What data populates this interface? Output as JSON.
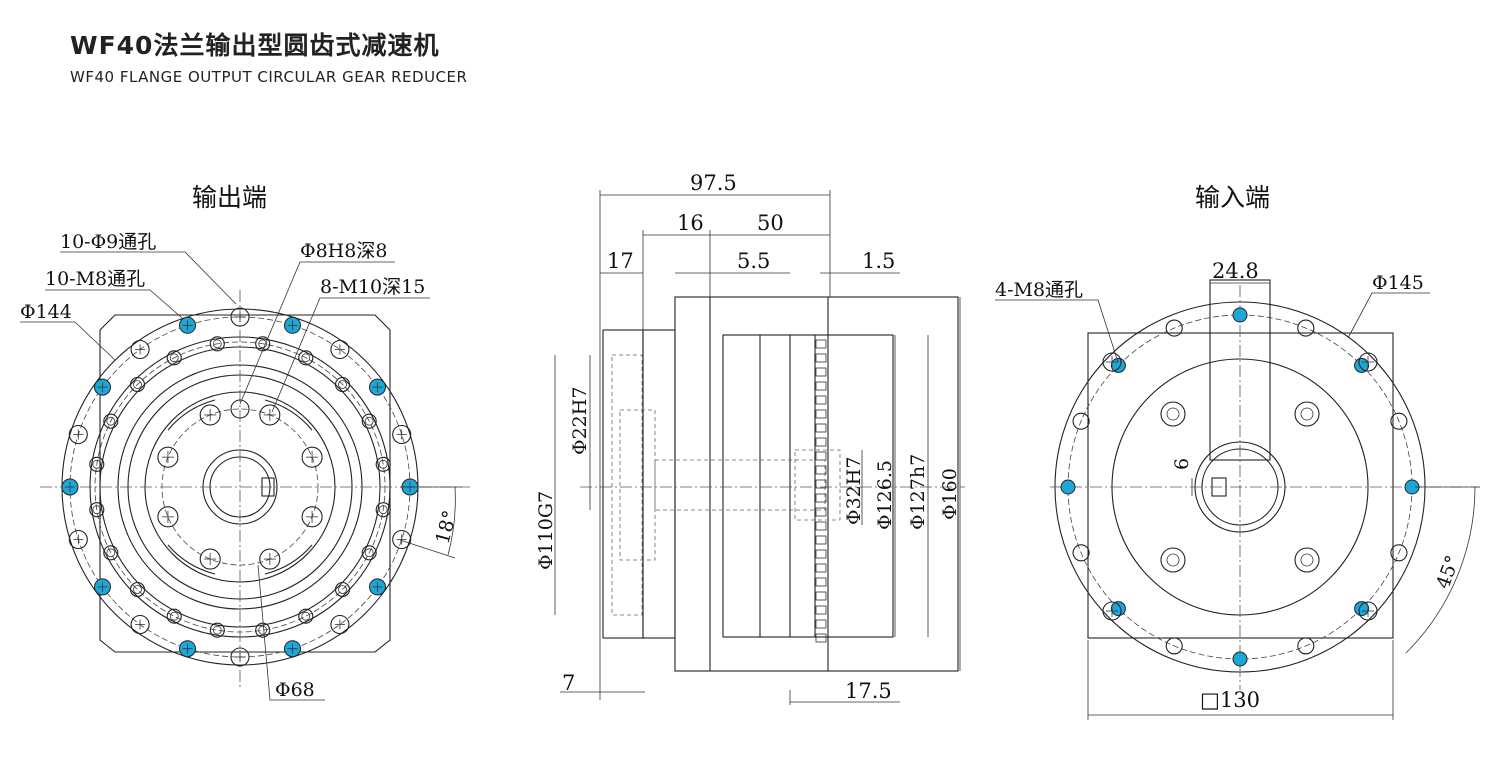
{
  "header": {
    "title": "WF40法兰输出型圆齿式减速机",
    "subtitle": "WF40 FLANGE OUTPUT CIRCULAR GEAR REDUCER"
  },
  "views": {
    "output_end": {
      "label": "输出端",
      "callouts": {
        "through_hole_9": "10-Φ9通孔",
        "m8_through": "10-M8通孔",
        "pcd_144": "Φ144",
        "pin_hole": "Φ8H8深8",
        "m10_tap": "8-M10深15",
        "pcd_68": "Φ68",
        "angle": "18°"
      }
    },
    "side": {
      "dims": {
        "total_length": "97.5",
        "d16": "16",
        "d50": "50",
        "d17": "17",
        "d5_5": "5.5",
        "d1_5": "1.5",
        "d7": "7",
        "d17_5": "17.5",
        "dia_110": "Φ110G7",
        "dia_22": "Φ22H7",
        "dia_32": "Φ32H7",
        "dia_126_5": "Φ126.5",
        "dia_127": "Φ127h7",
        "dia_160": "Φ160"
      }
    },
    "input_end": {
      "label": "输入端",
      "callouts": {
        "m8_through": "4-M8通孔",
        "pcd_145": "Φ145",
        "key_height": "24.8",
        "key_width": "6",
        "square": "□130",
        "angle": "45°"
      }
    }
  },
  "colors": {
    "hole_highlight": "#1ea7d6",
    "line": "#222222"
  }
}
